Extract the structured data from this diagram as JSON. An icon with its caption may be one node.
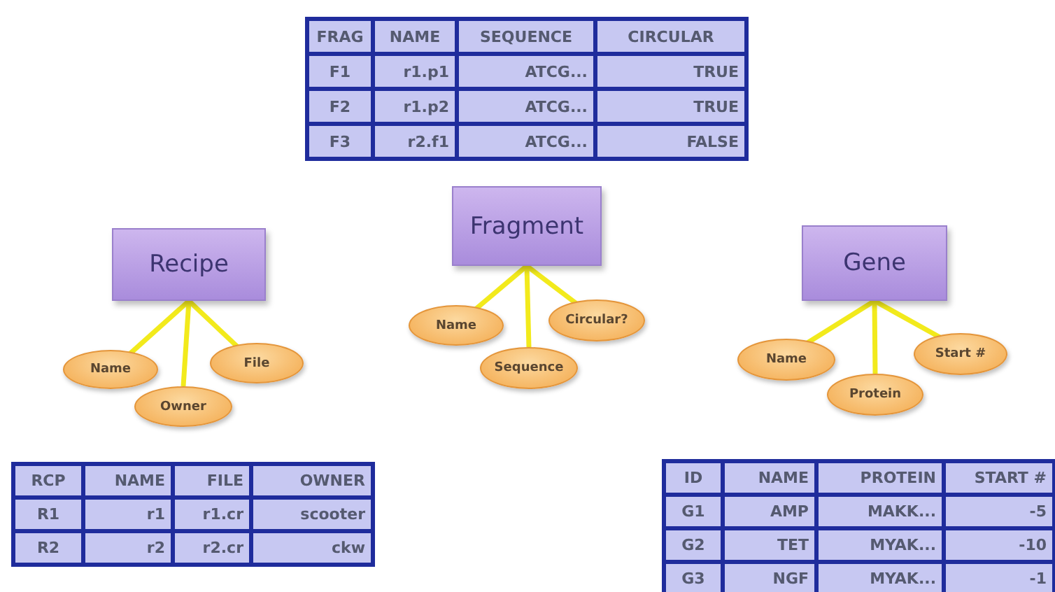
{
  "diagram": {
    "nodes": [
      {
        "text": [
          "Recipe"
        ]
      },
      {
        "text": [
          "Name"
        ]
      },
      {
        "text": [
          "Owner"
        ]
      },
      {
        "text": [
          "File"
        ]
      },
      {
        "text": [
          "Fragment"
        ]
      },
      {
        "text": [
          "Name"
        ]
      },
      {
        "text": [
          "Sequence"
        ]
      },
      {
        "text": [
          "Circular?"
        ]
      },
      {
        "text": [
          "Gene"
        ]
      },
      {
        "text": [
          "Name"
        ]
      },
      {
        "text": [
          "Protein"
        ]
      },
      {
        "text": [
          "Start #"
        ]
      }
    ],
    "edges": [
      {
        "from": 0,
        "to": 1,
        "arrow": "none"
      },
      {
        "from": 0,
        "to": 2,
        "arrow": "none"
      },
      {
        "from": 0,
        "to": 3,
        "arrow": "none"
      },
      {
        "from": 4,
        "to": 5,
        "arrow": "none"
      },
      {
        "from": 4,
        "to": 6,
        "arrow": "none"
      },
      {
        "from": 4,
        "to": 7,
        "arrow": "none"
      },
      {
        "from": 8,
        "to": 9,
        "arrow": "none"
      },
      {
        "from": 8,
        "to": 10,
        "arrow": "none"
      },
      {
        "from": 8,
        "to": 11,
        "arrow": "none"
      }
    ],
    "labels": [
      "FRAG",
      "NAME",
      "SEQUENCE",
      "CIRCULAR",
      "F1",
      "r1.p1",
      "ATCG...",
      "TRUE",
      "F2",
      "r1.p2",
      "ATCG...",
      "TRUE",
      "F3",
      "r2.f1",
      "ATCG...",
      "FALSE",
      "RCP",
      "NAME",
      "FILE",
      "OWNER",
      "R1",
      "r1",
      "r1.cr",
      "scooter",
      "R2",
      "r2",
      "r2.cr",
      "ckw",
      "ID",
      "NAME",
      "PROTEIN",
      "START #",
      "G1",
      "AMP",
      "MAKK...",
      "-5",
      "G2",
      "TET",
      "MYAK...",
      "-10",
      "G3",
      "NGF",
      "MYAK...",
      "-1"
    ]
  }
}
